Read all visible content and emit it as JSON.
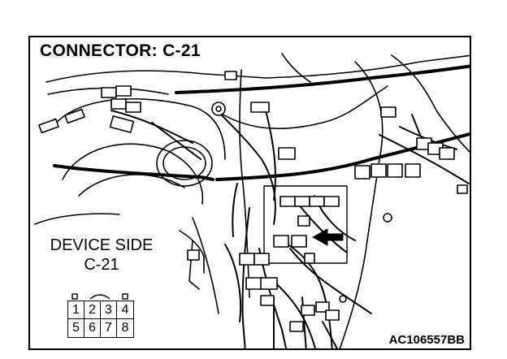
{
  "diagram": {
    "title": "CONNECTOR: C-21",
    "device_label_line1": "DEVICE SIDE",
    "device_label_line2": "C-21",
    "reference_code": "AC106557BB",
    "connector_pins": [
      [
        "1",
        "2",
        "3",
        "4"
      ],
      [
        "5",
        "6",
        "7",
        "8"
      ]
    ]
  }
}
